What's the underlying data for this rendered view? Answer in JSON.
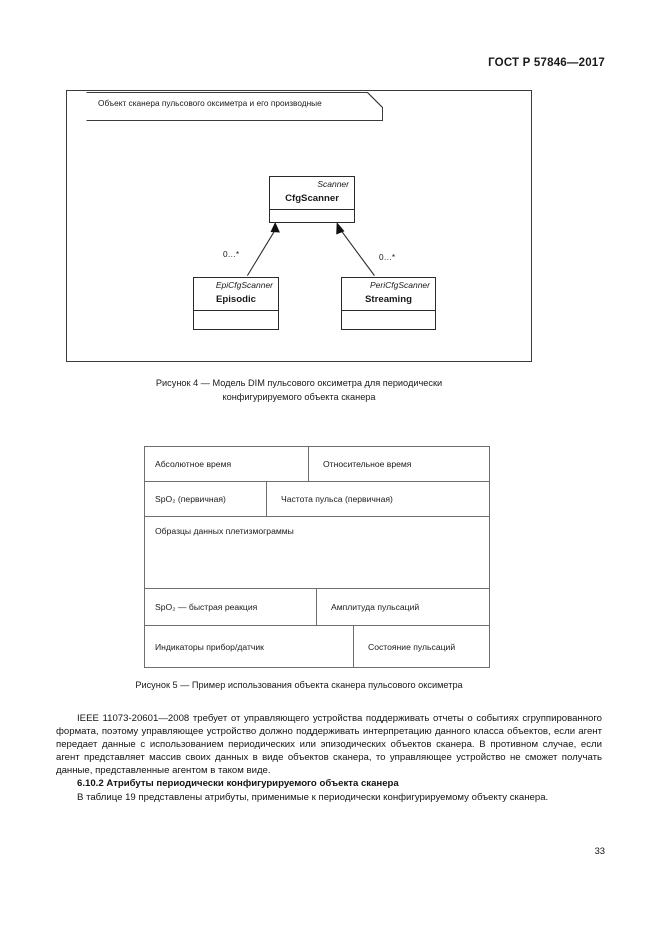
{
  "header": {
    "standard_id": "ГОСТ Р 57846—2017"
  },
  "figure4": {
    "package_label": "Объект сканера пульсового оксиметра и его производные",
    "classes": [
      {
        "id": "cfgscanner",
        "stereotype": "Scanner",
        "name": "CfgScanner"
      },
      {
        "id": "episodic",
        "stereotype": "EpiCfgScanner",
        "name": "Episodic"
      },
      {
        "id": "streaming",
        "stereotype": "PeriCfgScanner",
        "name": "Streaming"
      }
    ],
    "multiplicities": [
      {
        "id": "left",
        "text": "0…*"
      },
      {
        "id": "right",
        "text": "0…*"
      }
    ],
    "caption_line1": "Рисунок 4 — Модель DIM пульсового оксиметра для периодически",
    "caption_line2": "конфигурируемого объекта сканера"
  },
  "figure5": {
    "rows": [
      {
        "cells": [
          "Абсолютное время",
          "Относительное время"
        ]
      },
      {
        "cells": [
          "SpO₂ (первичная)",
          "Частота пульса (первичная)"
        ]
      },
      {
        "cells": [
          "Образцы данных плетизмограммы"
        ]
      },
      {
        "cells": [
          "SpO₂ — быстрая реакция",
          "Амплитуда пульсаций"
        ]
      },
      {
        "cells": [
          "Индикаторы прибор/датчик",
          "Состояние пульсаций"
        ]
      }
    ],
    "caption": "Рисунок 5 — Пример использования объекта сканера пульсового оксиметра"
  },
  "body": {
    "paragraph1": "IEEE 11073-20601—2008 требует от управляющего устройства поддерживать отчеты о событиях сгруппированного формата, поэтому управляющее устройство должно поддерживать интерпретацию данного класса объектов, если агент передает данные с использованием периодических или эпизодических объектов сканера. В противном случае, если агент представляет массив своих данных в виде объектов сканера, то управляющее устройство не сможет получать данные, представленные агентом в таком виде.",
    "subheading": "6.10.2 Атрибуты периодически конфигурируемого объекта сканера",
    "paragraph2": "В таблице 19 представлены атрибуты, применимые к периодически конфигурируемому объекту сканера."
  },
  "footer": {
    "page_number": "33"
  },
  "colors": {
    "ink": "#1a1a1a",
    "frame_stroke": "#3b3b3b",
    "table_stroke": "#6e6e6e",
    "paper": "#ffffff"
  }
}
